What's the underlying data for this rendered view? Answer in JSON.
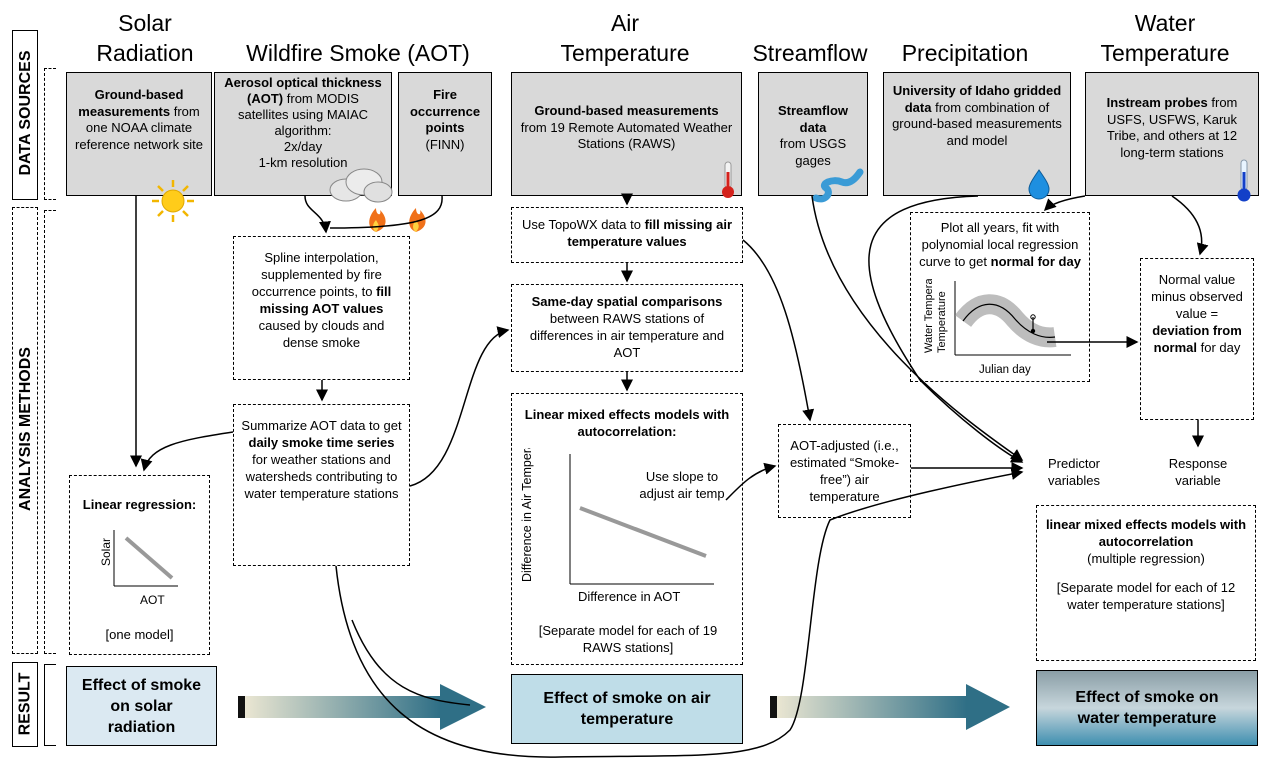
{
  "side_labels": {
    "data_sources": "DATA SOURCES",
    "analysis_methods": "ANALYSIS METHODS",
    "result": "RESULT"
  },
  "headers": {
    "solar": "Solar\nRadiation",
    "smoke": "Wildfire Smoke (AOT)",
    "air": "Air\nTemperature",
    "streamflow": "Streamflow",
    "precip": "Precipitation",
    "water": "Water\nTemperature"
  },
  "sources": {
    "solar": {
      "bold": "Ground-based measurements",
      "rest": "from one NOAA climate reference network site"
    },
    "aot": {
      "bold": "Aerosol optical thickness (AOT)",
      "rest1": "from MODIS satellites using MAIAC algorithm:",
      "rest2": "2x/day",
      "rest3": "1-km resolution"
    },
    "fire": {
      "bold": "Fire occurrence points",
      "rest": "(FINN)"
    },
    "air": {
      "bold": "Ground-based measurements",
      "rest": "from 19 Remote Automated Weather Stations (RAWS)"
    },
    "stream": {
      "bold": "Streamflow data",
      "rest": "from USGS gages"
    },
    "precip": {
      "bold": "University of Idaho gridded data",
      "rest": "from combination of ground-based measurements and model"
    },
    "water": {
      "bold": "Instream probes",
      "rest": "from USFS, USFWS, Karuk Tribe, and others at 12 long-term stations"
    }
  },
  "methods": {
    "spline": {
      "pre": "Spline interpolation, supplemented by fire occurrence points, to",
      "bold": "fill missing AOT values",
      "post": "caused by clouds and dense smoke"
    },
    "summarize": {
      "pre": "Summarize AOT data to get",
      "bold": "daily smoke time series",
      "post": "for weather stations and watersheds contributing to water temperature stations"
    },
    "linreg": {
      "bold": "Linear regression:",
      "ylabel": "Solar",
      "xlabel": "AOT",
      "note": "[one model]"
    },
    "topowx": {
      "pre": "Use TopoWX data to",
      "bold": "fill missing air temperature values"
    },
    "sameday": {
      "bold": "Same-day spatial comparisons",
      "post": "between RAWS stations of differences in air temperature and AOT"
    },
    "lme": {
      "bold": "Linear mixed effects models with autocorrelation:",
      "ylabel": "Difference in Air Temperature",
      "xlabel": "Difference in AOT",
      "slope": "Use slope to adjust air temp",
      "note": "[Separate model for each of 19 RAWS stations]"
    },
    "aotadj": {
      "text": "AOT-adjusted (i.e., estimated “Smoke-free”) air temperature"
    },
    "plotyears": {
      "pre": "Plot all years, fit with polynomial local regression curve to get",
      "bold": "normal for day",
      "ylabel": "Water Temperature",
      "xlabel": "Julian day"
    },
    "normal": {
      "pre": "Normal value minus observed value =",
      "bold": "deviation from normal",
      "post": "for day"
    },
    "predictor": "Predictor variables",
    "response": "Response variable",
    "final": {
      "bold": "linear mixed effects models with autocorrelation",
      "sub": "(multiple regression)",
      "note": "[Separate model for each of 12 water temperature stations]"
    }
  },
  "results": {
    "solar": "Effect of smoke on solar radiation",
    "air": "Effect of smoke on air temperature",
    "water": "Effect of smoke on water temperature"
  },
  "colors": {
    "source_fill": "#d9d9d9",
    "result_solar": "#dbe9f2",
    "result_air": "#bfdde8",
    "arrow_teal": "#2f6f86"
  },
  "icons": [
    "sun-icon",
    "cloud-icon",
    "fire-icon",
    "thermometer-red-icon",
    "stream-icon",
    "water-drop-icon",
    "thermometer-blue-icon"
  ]
}
